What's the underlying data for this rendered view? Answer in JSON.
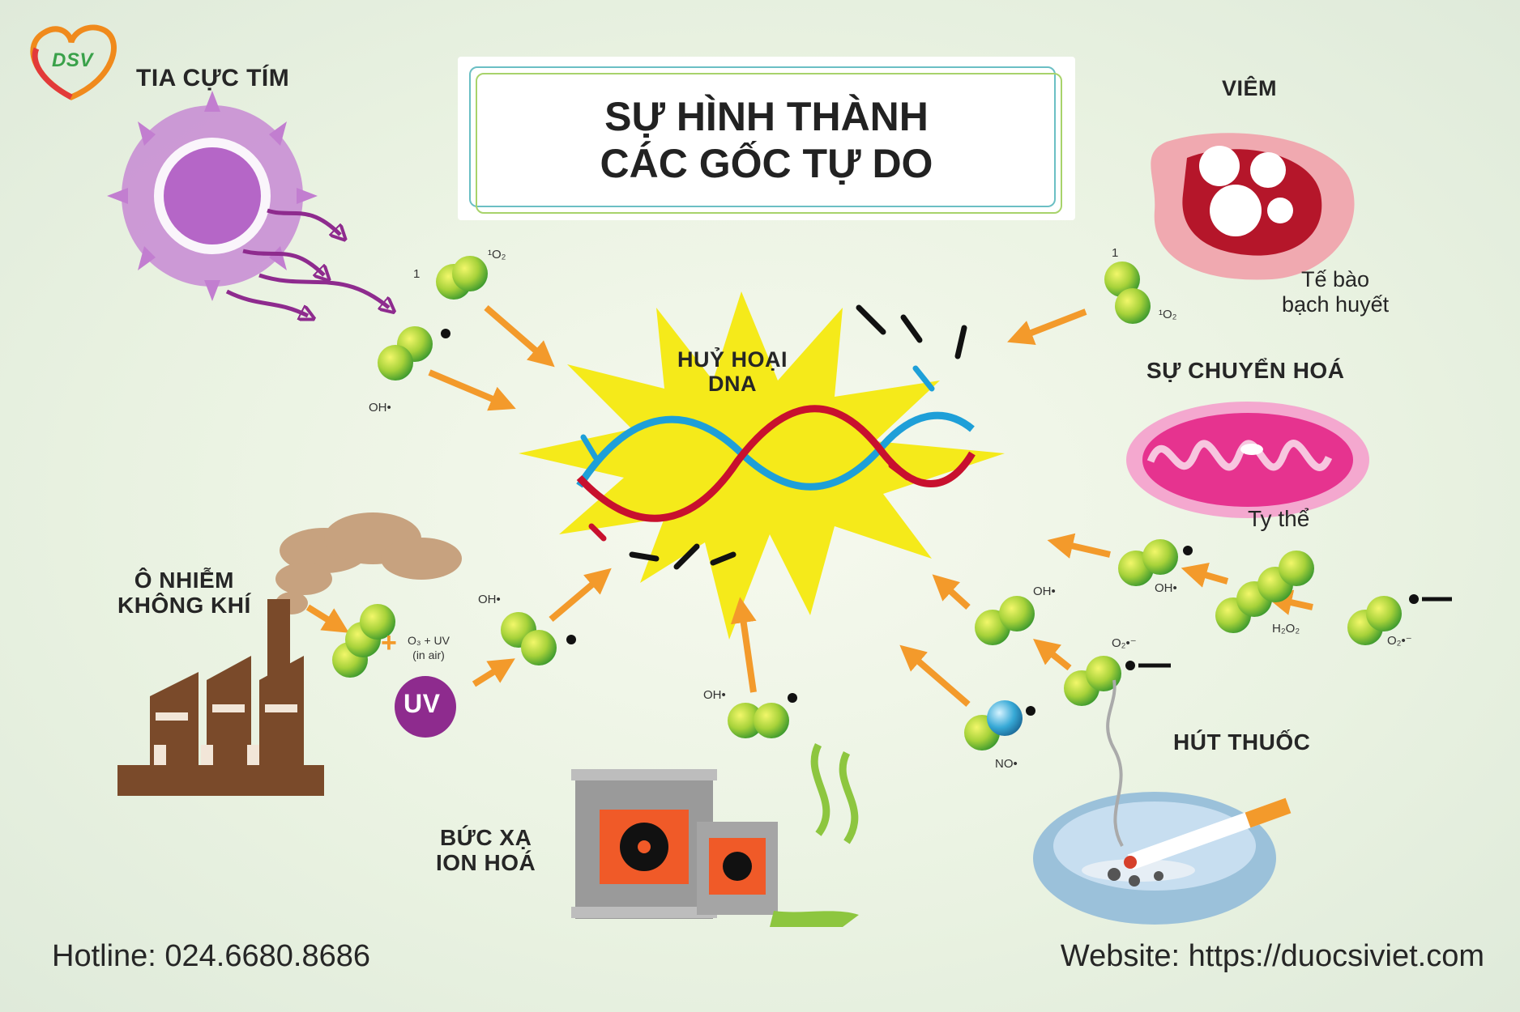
{
  "logo": {
    "text": "DSV"
  },
  "title": {
    "line1": "SỰ HÌNH THÀNH",
    "line2": "CÁC GỐC TỰ DO"
  },
  "center": {
    "line1": "HUỶ HOẠI",
    "line2": "DNA"
  },
  "sources": {
    "uv": "TIA CỰC TÍM",
    "pollution_line1": "Ô NHIỄM",
    "pollution_line2": "KHÔNG KHÍ",
    "radiation_line1": "BỨC XẠ",
    "radiation_line2": "ION HOÁ",
    "inflammation": "VIÊM",
    "leukocyte_line1": "Tế bào",
    "leukocyte_line2": "bạch huyết",
    "metabolism": "SỰ CHUYỂN HOÁ",
    "mitochondria": "Ty thể",
    "smoking": "HÚT THUỐC",
    "uv_badge": "UV"
  },
  "molecules": {
    "singlet_num": "1",
    "singlet_o2": "¹O₂",
    "singlet_num_right": "1",
    "singlet_o2_right": "¹O₂",
    "oh_left": "OH•",
    "oh_pollution": "OH•",
    "o3_line1": "O₃ + UV",
    "o3_line2": "(in air)",
    "oh_radiation": "OH•",
    "oh_mid": "OH•",
    "oh_right": "OH•",
    "h2o2": "H₂O₂",
    "o2_minus": "O₂•⁻",
    "o2_minus_mid": "O₂•⁻",
    "no": "NO•"
  },
  "footer": {
    "hotline": "Hotline: 024.6680.8686",
    "website": "Website: https://duocsiviet.com"
  },
  "colors": {
    "arrow": "#f39a2b",
    "molecule": "#9acd32",
    "burst": "#f5ea1a",
    "factory": "#7a4a2a",
    "mitochondria": "#e6338f"
  }
}
